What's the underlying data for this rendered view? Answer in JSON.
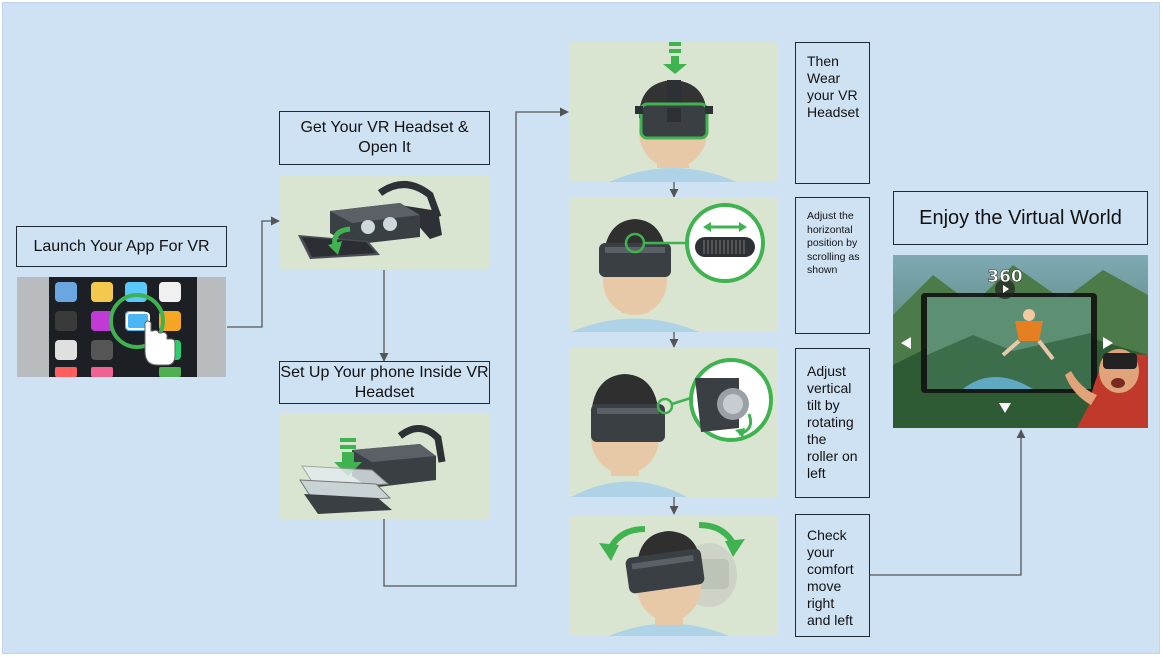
{
  "labels": {
    "launch": "Launch Your App For VR",
    "get_headset": "Get Your VR Headset & Open It",
    "setup_phone": "Set Up Your phone Inside VR Headset",
    "wear": "Then Wear your VR Headset",
    "horizontal": "Adjust the horizontal position by scrolling as shown",
    "vertical": "Adjust vertical tilt by rotating the roller on left",
    "comfort": "Check your comfort move right and left",
    "enjoy": "Enjoy the Virtual World"
  },
  "badge": {
    "degrees": "360"
  },
  "icons": {
    "phone_screen": "phone-home-screen-with-vr-app-icon",
    "headset_open": "vr-headset-open-icon",
    "headset_phone": "vr-headset-phone-insert-icon",
    "wear": "person-wearing-headset-icon",
    "horizontal": "horizontal-scroll-wheel-icon",
    "vertical": "vertical-tilt-roller-icon",
    "comfort": "head-turn-left-right-icon",
    "vr_world": "360-vr-experience-photo"
  },
  "colors": {
    "background": "#cfe2f3",
    "panel": "#d9e5d0",
    "accent_green": "#3fb34f",
    "headset_dark": "#3a3f44",
    "connector": "#555555",
    "skin": "#e8c9a7",
    "shirt": "#aed3e6"
  }
}
